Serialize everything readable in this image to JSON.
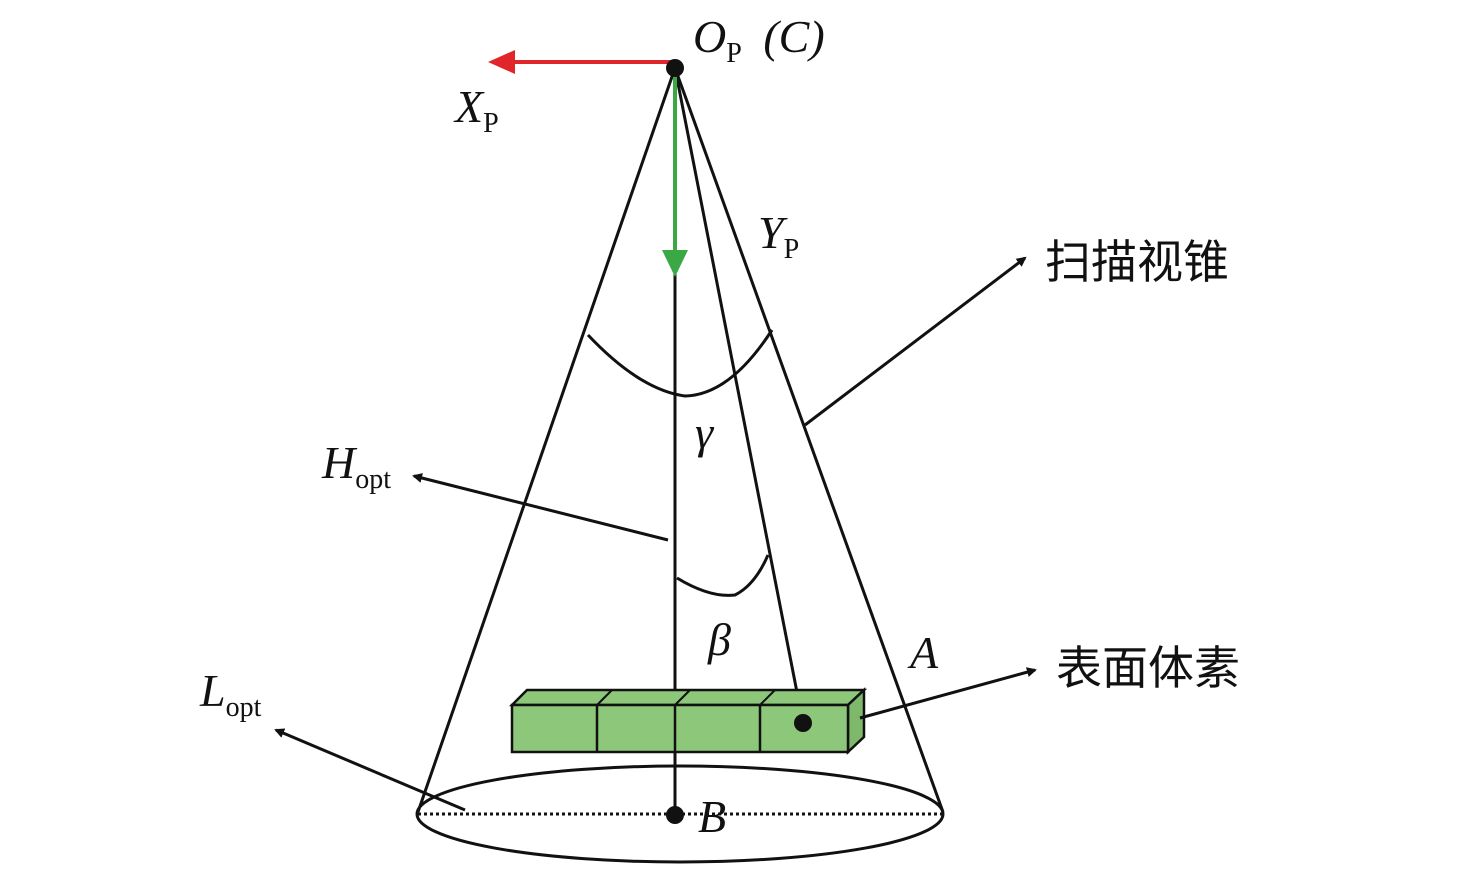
{
  "labels": {
    "origin": "O",
    "origin_sub": "P",
    "origin_suffix": "(C)",
    "x_axis": "X",
    "x_axis_sub": "P",
    "y_axis": "Y",
    "y_axis_sub": "P",
    "gamma": "γ",
    "beta": "β",
    "point_a": "A",
    "point_b": "B",
    "h_opt": "H",
    "h_opt_sub": "opt",
    "l_opt": "L",
    "l_opt_sub": "opt",
    "scan_cone": "扫描视锥",
    "surface_voxel": "表面体素"
  },
  "colors": {
    "x_axis": "#e0252b",
    "y_axis": "#3aa845",
    "voxel_fill": "#8cc77a",
    "line": "#111111"
  }
}
